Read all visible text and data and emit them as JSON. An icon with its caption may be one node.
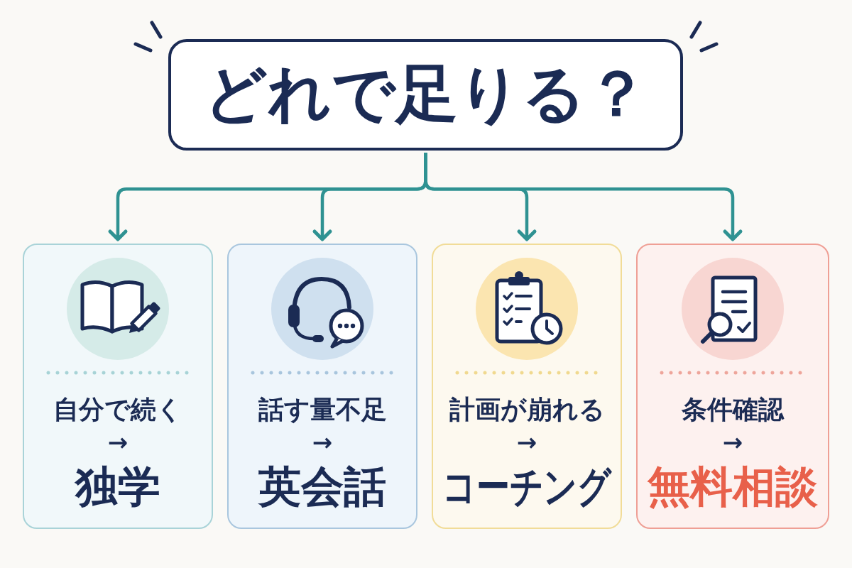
{
  "diagram": {
    "nodes": [
      {
        "text": [
          "どれで足りる？"
        ]
      },
      {
        "text": [
          "自分で続く",
          "→",
          "独学"
        ]
      },
      {
        "text": [
          "話す量不足",
          "→",
          "英会話"
        ]
      },
      {
        "text": [
          "計画が崩れる",
          "→",
          "コーチング"
        ]
      },
      {
        "text": [
          "条件確認",
          "→",
          "無料相談"
        ]
      }
    ],
    "edges": [
      {
        "from": 0,
        "to": 1,
        "arrow": "to"
      },
      {
        "from": 0,
        "to": 2,
        "arrow": "to"
      },
      {
        "from": 0,
        "to": 3,
        "arrow": "to"
      },
      {
        "from": 0,
        "to": 4,
        "arrow": "to"
      }
    ]
  }
}
